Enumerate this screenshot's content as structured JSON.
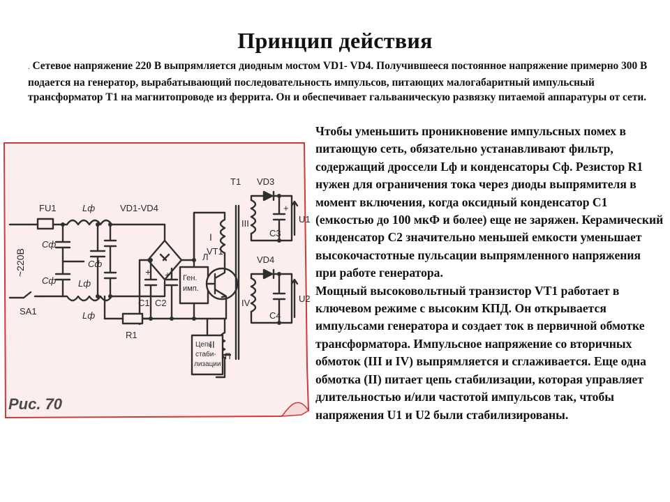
{
  "slide": {
    "title": "Принцип действия",
    "intro_mark": ".",
    "intro": "Сетевое напряжение 220 В выпрямляется диодным мостом VD1- VD4. Получившееся постоянное напряжение примерно 300 В подается на генератор, вырабатывающий последовательность импульсов, питающих малогабаритный импульсный трансформатор T1 на магнитопроводе из феррита. Он и обеспечивает гальваническую развязку питаемой аппаратуры от сети.",
    "paragraphs": [
      "Чтобы уменьшить проникновение импульсных помех в питающую сеть, обязательно устанавливают фильтр, содержащий дроссели Lф и конденсаторы Cф. Резистор R1 нужен для ограничения тока через диоды выпрямителя в момент включения, когда оксидный конденсатор C1 (емкостью до 100 мкФ и более) еще не заряжен. Керамический конденсатор C2 значительно меньшей емкости уменьшает высокочастотные пульсации выпрямленного напряжения при работе генератора.",
      "Мощный высоковольтный транзистор VT1 работает в ключевом режиме с высоким КПД. Он открывается импульсами генератора и создает ток в первичной обмотке трансформатора. Импульсное напряжение со вторичных обмоток (III и IV) выпрямляется и сглаживается. Еще одна обмотка (II) питает цепь стабилизации, которая управляет длительностью и/или частотой импульсов так, чтобы напряжения U1 и U2 были стабилизированы."
    ]
  },
  "figure": {
    "caption": "Рис. 70",
    "labels": {
      "fu1": "FU1",
      "mains": "~220В",
      "sa1": "SA1",
      "l_top": "Lф",
      "l_mid": "Lф",
      "l_bot": "Lф",
      "c_f1": "Cф",
      "c_f2": "Cф",
      "c_f3": "Cф",
      "bridge": "VD1-VD4",
      "t1": "T1",
      "vd3": "VD3",
      "vd4": "VD4",
      "w1": "I",
      "w2": "II",
      "w3": "III",
      "w4": "IV",
      "c1": "C1",
      "c2": "C2",
      "c3": "C3",
      "c4": "C4",
      "u1": "U1",
      "u2": "U2",
      "vt1": "VT1",
      "r1": "R1",
      "gen_line1": "Ген.",
      "gen_line2": "имп.",
      "stab_line1": "Цепь",
      "stab_line2": "стаби-",
      "stab_line3": "лизации",
      "stab_out": "П",
      "plus1": "+",
      "plus2": "+",
      "plus3": "+",
      "pulse": "Л"
    }
  }
}
